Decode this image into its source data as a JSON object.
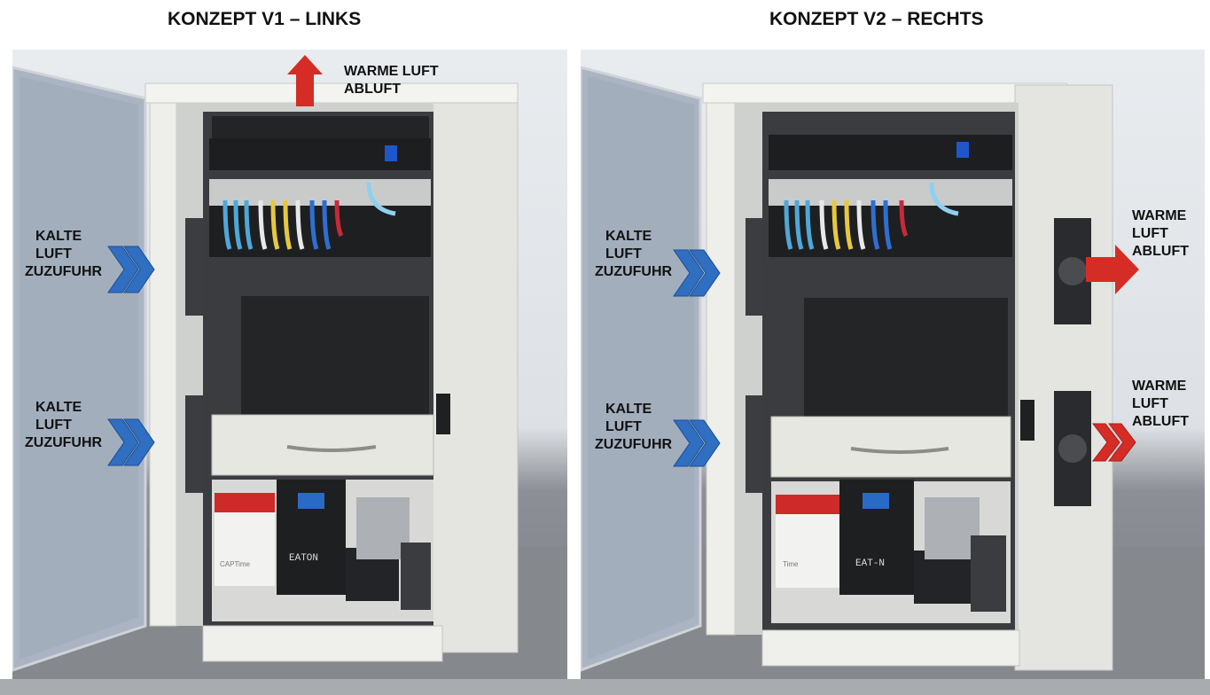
{
  "titles": {
    "left": "KONZEPT V1 – LINKS",
    "right": "KONZEPT V2 – RECHTS"
  },
  "left_panel": {
    "top_label": [
      "WARME LUFT",
      "ABLUFT"
    ],
    "intake_upper": [
      "KALTE",
      "LUFT",
      "ZUZUFUHR"
    ],
    "intake_lower": [
      "KALTE",
      "LUFT",
      "ZUZUFUHR"
    ]
  },
  "right_panel": {
    "intake_upper": [
      "KALTE",
      "LUFT",
      "ZUZUFUHR"
    ],
    "intake_lower": [
      "KALTE",
      "LUFT",
      "ZUZUFUHR"
    ],
    "exhaust_upper": [
      "WARME",
      "LUFT",
      "ABLUFT"
    ],
    "exhaust_lower": [
      "WARME",
      "LUFT",
      "ABLUFT"
    ]
  },
  "device_labels": {
    "ups_left": "EATON",
    "ups_right": "EAT-N",
    "box_left": "CAPTime",
    "box_right": "Time"
  },
  "colors": {
    "warm_arrow": "#d62c26",
    "cold_arrow": "#2f6ec0",
    "cabinet": "#e6e7e3",
    "rack_dark": "#222426"
  }
}
